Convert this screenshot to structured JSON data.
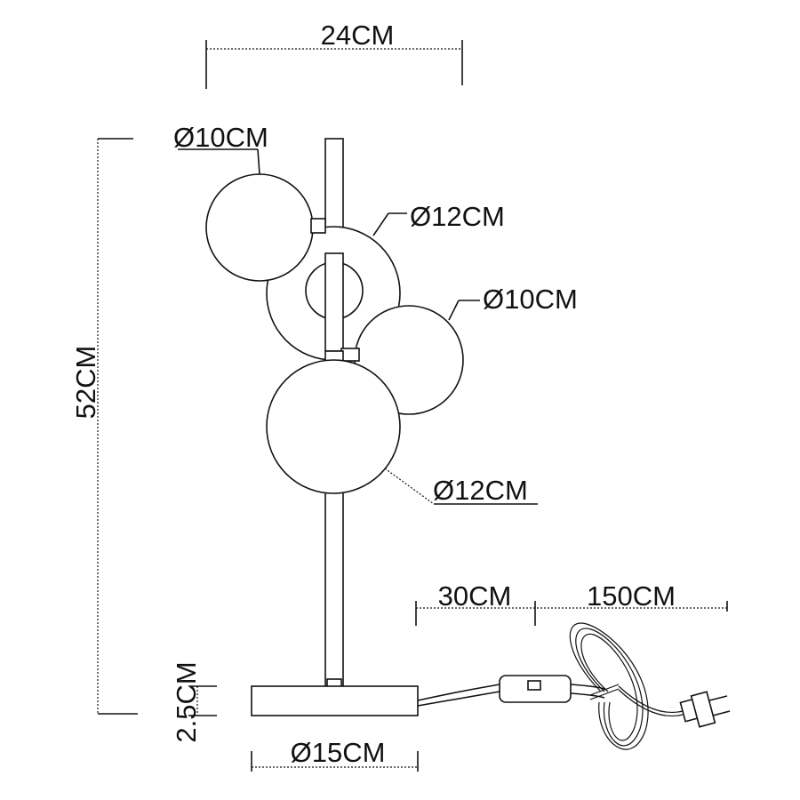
{
  "dimensions": {
    "total_width": "24CM",
    "height": "52CM",
    "base_height": "2.5CM",
    "base_diameter": "Ø15CM",
    "cable_to_switch": "30CM",
    "cable_to_plug": "150CM"
  },
  "globes": [
    {
      "label": "Ø10CM"
    },
    {
      "label": "Ø12CM"
    },
    {
      "label": "Ø10CM"
    },
    {
      "label": "Ø12CM"
    }
  ],
  "colors": {
    "line": "#111111",
    "background": "#ffffff"
  }
}
